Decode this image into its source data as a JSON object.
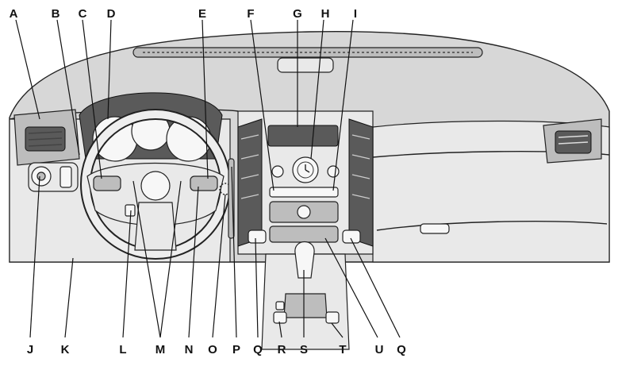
{
  "callouts": [
    {
      "letter": "A"
    },
    {
      "letter": "B"
    },
    {
      "letter": "C"
    },
    {
      "letter": "D"
    },
    {
      "letter": "E"
    },
    {
      "letter": "F"
    },
    {
      "letter": "G"
    },
    {
      "letter": "H"
    },
    {
      "letter": "I"
    },
    {
      "letter": "J"
    },
    {
      "letter": "K"
    },
    {
      "letter": "L"
    },
    {
      "letter": "M"
    },
    {
      "letter": "N"
    },
    {
      "letter": "O"
    },
    {
      "letter": "P"
    },
    {
      "letter": "Q"
    },
    {
      "letter": "R"
    },
    {
      "letter": "S"
    },
    {
      "letter": "T"
    },
    {
      "letter": "U"
    },
    {
      "letter": "Q"
    }
  ]
}
